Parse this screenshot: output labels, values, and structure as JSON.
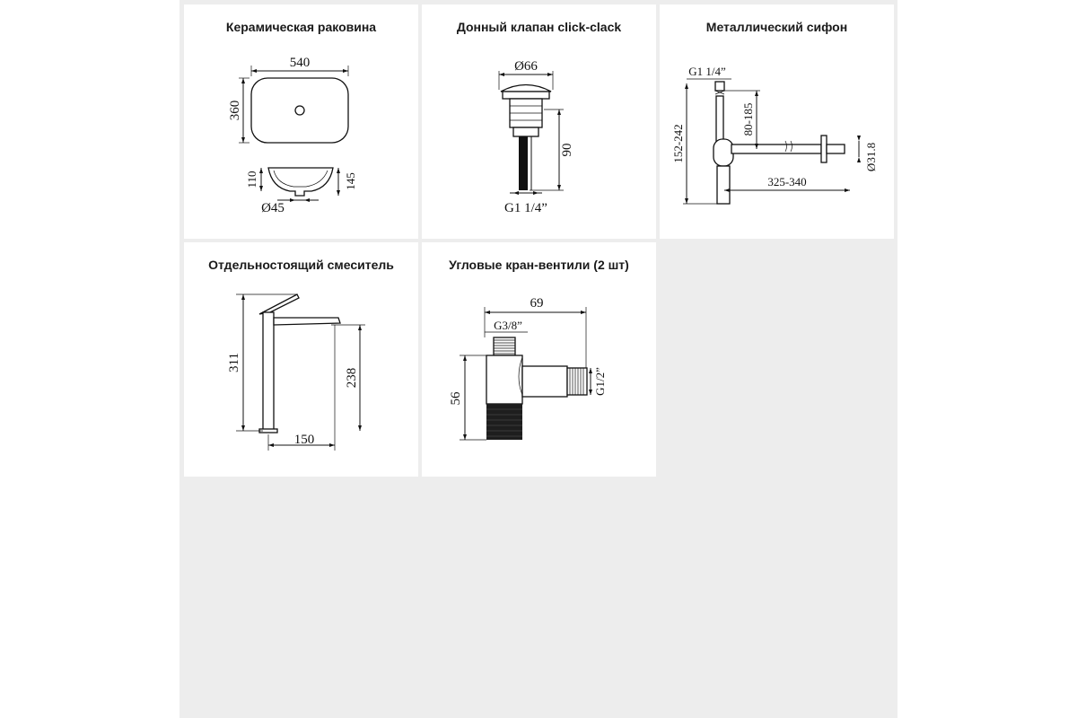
{
  "cards": {
    "basin": {
      "title": "Керамическая раковина",
      "width": "540",
      "depth": "360",
      "height_inner": "110",
      "height_outer": "145",
      "drain_diameter": "Ø45"
    },
    "drain": {
      "title": "Донный клапан click-clack",
      "cap_diameter": "Ø66",
      "height": "90",
      "thread": "G1 1/4”"
    },
    "siphon": {
      "title": "Металлический сифон",
      "thread": "G1 1/4”",
      "height_range": "152-242",
      "offset_range": "80-185",
      "length_range": "325-340",
      "outlet_diameter": "Ø31.8"
    },
    "mixer": {
      "title": "Отдельностоящий смеситель",
      "total_height": "311",
      "spout_height": "238",
      "reach": "150"
    },
    "valve": {
      "title": "Угловые кран-вентили (2 шт)",
      "length": "69",
      "inlet_thread": "G3/8”",
      "outlet_thread": "G1/2”",
      "height": "56"
    }
  }
}
